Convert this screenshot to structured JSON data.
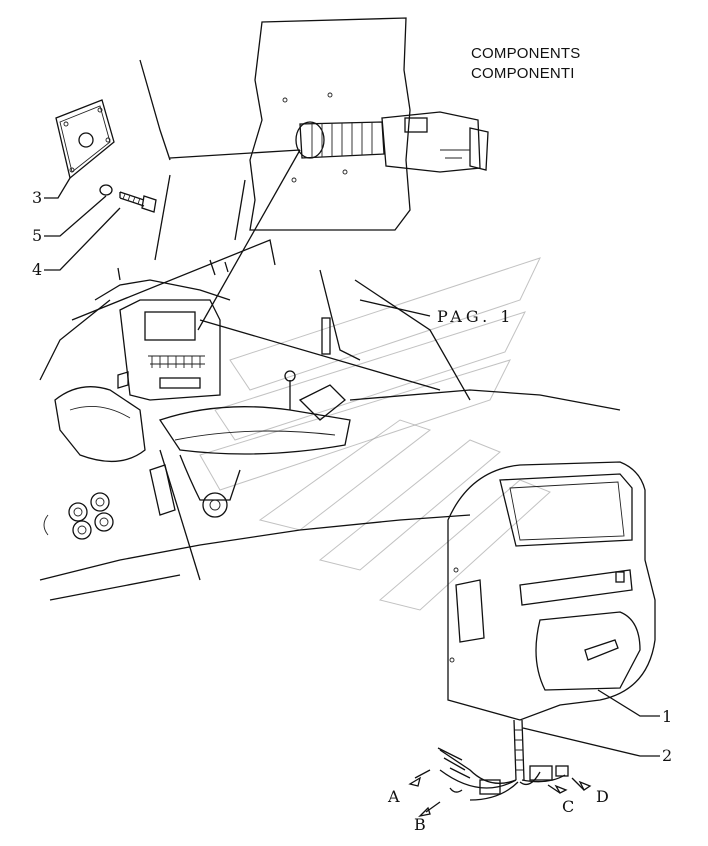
{
  "title": {
    "line1": "COMPONENTS",
    "line2": "COMPONENTI"
  },
  "page_reference": "PAG. 1",
  "callouts": {
    "item_1": "1",
    "item_2": "2",
    "item_3": "3",
    "item_4": "4",
    "item_5": "5"
  },
  "connectors": {
    "a": "A",
    "b": "B",
    "c": "C",
    "d": "D"
  }
}
